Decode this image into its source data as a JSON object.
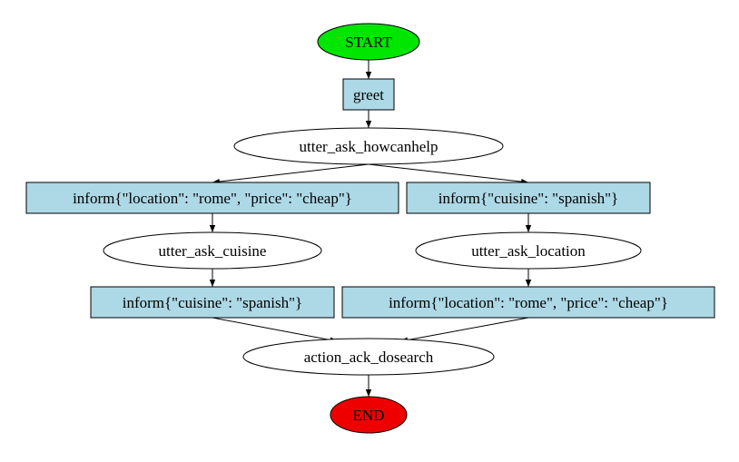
{
  "diagram": {
    "nodes": {
      "start": {
        "label": "START",
        "shape": "ellipse",
        "fill": "#00e600"
      },
      "greet": {
        "label": "greet",
        "shape": "box",
        "fill": "#add8e6"
      },
      "utter_ask_howcanhelp": {
        "label": "utter_ask_howcanhelp",
        "shape": "ellipse",
        "fill": "#ffffff"
      },
      "inform_location_price_left": {
        "label": "inform{\"location\": \"rome\", \"price\": \"cheap\"}",
        "shape": "box",
        "fill": "#add8e6"
      },
      "inform_cuisine_right": {
        "label": "inform{\"cuisine\": \"spanish\"}",
        "shape": "box",
        "fill": "#add8e6"
      },
      "utter_ask_cuisine": {
        "label": "utter_ask_cuisine",
        "shape": "ellipse",
        "fill": "#ffffff"
      },
      "utter_ask_location": {
        "label": "utter_ask_location",
        "shape": "ellipse",
        "fill": "#ffffff"
      },
      "inform_cuisine_left": {
        "label": "inform{\"cuisine\": \"spanish\"}",
        "shape": "box",
        "fill": "#add8e6"
      },
      "inform_location_price_right": {
        "label": "inform{\"location\": \"rome\", \"price\": \"cheap\"}",
        "shape": "box",
        "fill": "#add8e6"
      },
      "action_ack_dosearch": {
        "label": "action_ack_dosearch",
        "shape": "ellipse",
        "fill": "#ffffff"
      },
      "end": {
        "label": "END",
        "shape": "ellipse",
        "fill": "#ee0000"
      }
    },
    "edges": [
      [
        "start",
        "greet"
      ],
      [
        "greet",
        "utter_ask_howcanhelp"
      ],
      [
        "utter_ask_howcanhelp",
        "inform_location_price_left"
      ],
      [
        "utter_ask_howcanhelp",
        "inform_cuisine_right"
      ],
      [
        "inform_location_price_left",
        "utter_ask_cuisine"
      ],
      [
        "inform_cuisine_right",
        "utter_ask_location"
      ],
      [
        "utter_ask_cuisine",
        "inform_cuisine_left"
      ],
      [
        "utter_ask_location",
        "inform_location_price_right"
      ],
      [
        "inform_cuisine_left",
        "action_ack_dosearch"
      ],
      [
        "inform_location_price_right",
        "action_ack_dosearch"
      ],
      [
        "action_ack_dosearch",
        "end"
      ]
    ]
  }
}
